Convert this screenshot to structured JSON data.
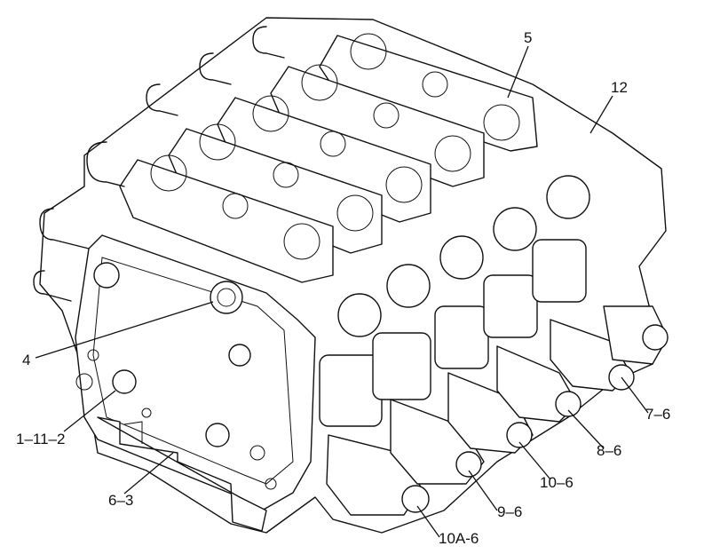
{
  "diagram": {
    "callouts": [
      {
        "id": "5",
        "label": "5"
      },
      {
        "id": "12",
        "label": "12"
      },
      {
        "id": "4",
        "label": "4"
      },
      {
        "id": "1-11-2",
        "label": "1–11–2"
      },
      {
        "id": "6-3",
        "label": "6–3"
      },
      {
        "id": "7-6",
        "label": "7–6"
      },
      {
        "id": "8-6",
        "label": "8–6"
      },
      {
        "id": "10-6",
        "label": "10–6"
      },
      {
        "id": "9-6",
        "label": "9–6"
      },
      {
        "id": "10A-6",
        "label": "10A-6"
      }
    ]
  }
}
